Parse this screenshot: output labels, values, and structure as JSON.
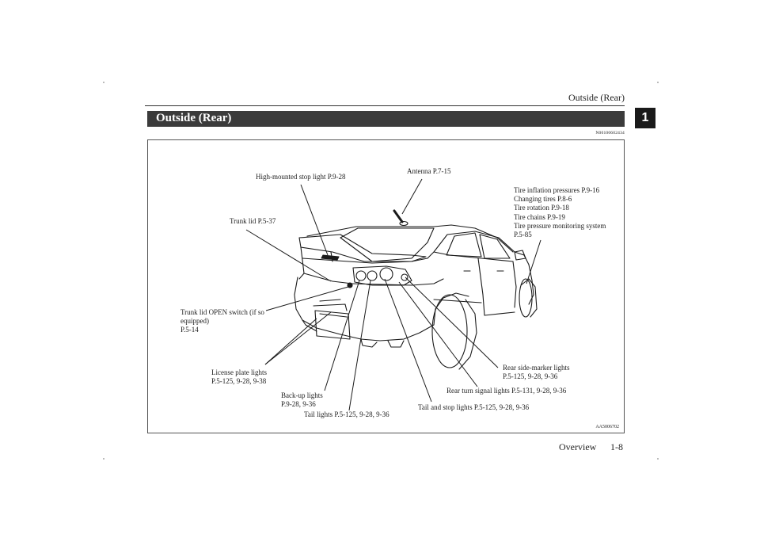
{
  "header": {
    "title": "Outside (Rear)",
    "chapter_number": "1"
  },
  "section": {
    "title": "Outside (Rear)",
    "doc_number": "N00100602434"
  },
  "diagram": {
    "image_code": "AA5006702",
    "labels": {
      "high_mounted_stop_light": "High-mounted stop light P.9-28",
      "antenna": "Antenna P.7-15",
      "tire_info": [
        "Tire inflation pressures P.9-16",
        "Changing tires P.8-6",
        "Tire rotation P.9-18",
        "Tire chains P.9-19",
        "Tire pressure monitoring system",
        "P.5-85"
      ],
      "trunk_lid": "Trunk lid P.5-37",
      "trunk_lid_open_switch": [
        "Trunk lid OPEN switch (if so",
        "equipped)",
        "P.5-14"
      ],
      "license_plate_lights": [
        "License plate lights",
        "P.5-125, 9-28, 9-38"
      ],
      "back_up_lights": [
        "Back-up lights",
        "P.9-28, 9-36"
      ],
      "tail_lights": "Tail lights P.5-125, 9-28, 9-36",
      "tail_and_stop_lights": "Tail and stop lights P.5-125, 9-28, 9-36",
      "rear_turn_signal_lights": "Rear turn signal lights P.5-131, 9-28, 9-36",
      "rear_side_marker_lights": [
        "Rear side-marker lights",
        "P.5-125, 9-28, 9-36"
      ]
    }
  },
  "footer": {
    "section": "Overview",
    "page": "1-8"
  }
}
